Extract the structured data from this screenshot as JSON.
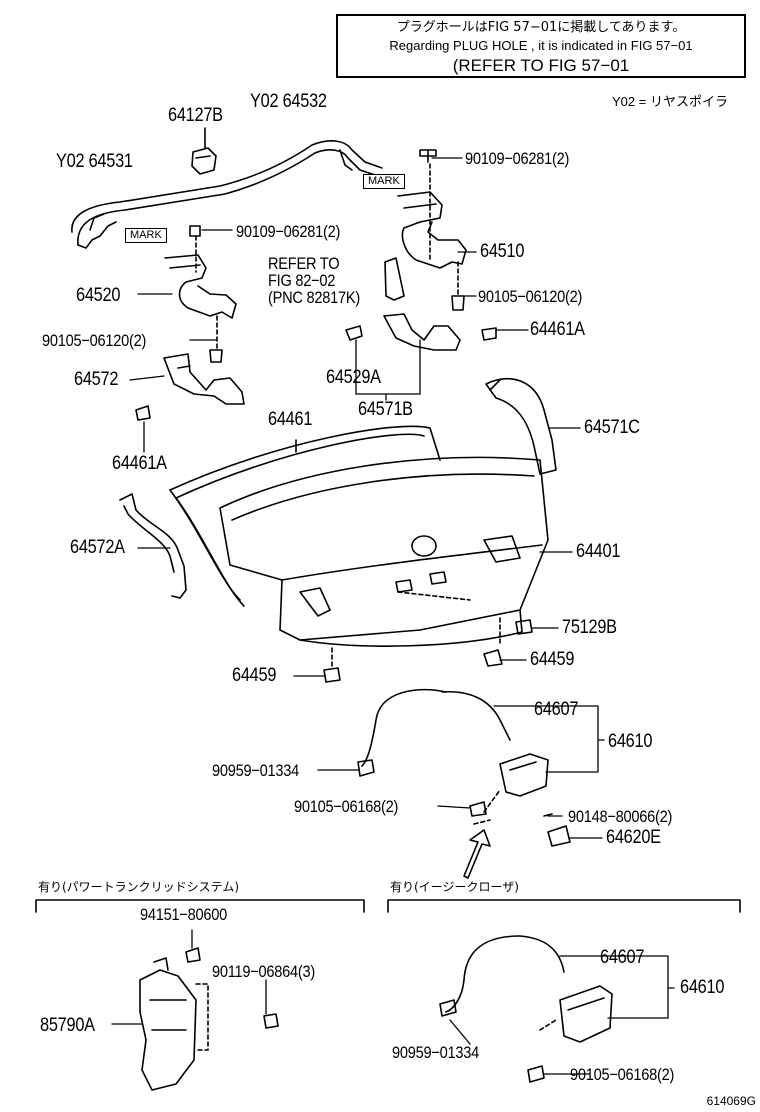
{
  "note": {
    "jp": "プラグホールはFIG 57−01に掲載してあります。",
    "en": "Regarding PLUG HOLE , it is indicated in FIG 57−01",
    "ref": "(REFER TO FIG 57−01"
  },
  "legend": "Y02 = リヤスポイラ",
  "mark_label": "MARK",
  "labels": {
    "p64127B": "64127B",
    "p64532": "Y02 64532",
    "p64531": "Y02 64531",
    "p90109a": "90109−06281(2)",
    "p90109b": "90109−06281(2)",
    "p64510": "64510",
    "p64520": "64520",
    "p90105a": "90105−06120(2)",
    "p90105b": "90105−06120(2)",
    "ref1": "REFER TO",
    "ref2": "FIG 82−02",
    "ref3": "(PNC 82817K)",
    "p64461A_r": "64461A",
    "p64572": "64572",
    "p64529A": "64529A",
    "p64571B": "64571B",
    "p64461": "64461",
    "p64571C": "64571C",
    "p64461A_l": "64461A",
    "p64572A": "64572A",
    "p64401": "64401",
    "p75129B": "75129B",
    "p64459_l": "64459",
    "p64459_r": "64459",
    "p64607": "64607",
    "p64610": "64610",
    "p90959": "90959−01334",
    "p90105c": "90105−06168(2)",
    "p90148": "90148−80066(2)",
    "p64620E": "64620E",
    "p94151": "94151−80600",
    "p90119": "90119−06864(3)",
    "p85790A": "85790A",
    "p64607b": "64607",
    "p64610b": "64610",
    "p90959b": "90959−01334",
    "p90105d": "90105−06168(2)"
  },
  "sections": {
    "left": "有り(パワートランクリッドシステム)",
    "right": "有り(イージークローザ)"
  },
  "figure_id": "614069G"
}
